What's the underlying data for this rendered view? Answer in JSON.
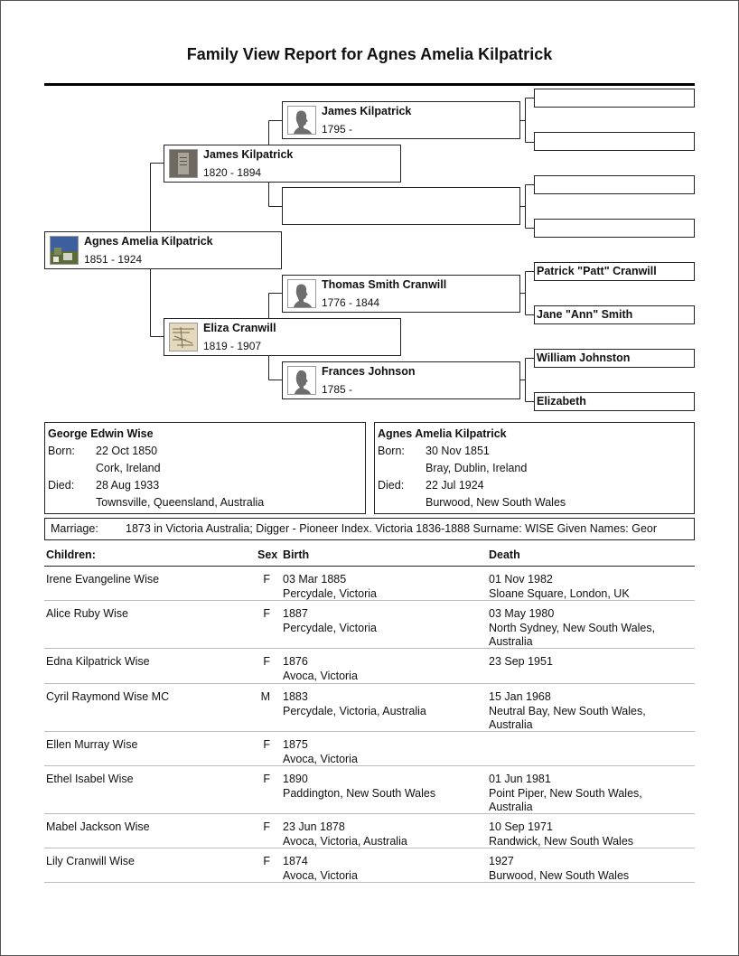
{
  "title": "Family View Report for Agnes Amelia Kilpatrick",
  "pedigree": {
    "root": {
      "name": "Agnes Amelia Kilpatrick",
      "dates": "1851 - 1924",
      "photo": "outdoor-photo"
    },
    "father": {
      "name": "James Kilpatrick",
      "dates": "1820 - 1894",
      "photo": "gravestone-photo"
    },
    "mother": {
      "name": "Eliza Cranwill",
      "dates": "1819 - 1907",
      "photo": "document-photo"
    },
    "paternal_grandfather": {
      "name": "James Kilpatrick",
      "dates": "1795 -",
      "photo": "silhouette-icon"
    },
    "paternal_grandmother": {
      "name": "",
      "dates": ""
    },
    "maternal_grandfather": {
      "name": "Thomas Smith Cranwill",
      "dates": "1776 - 1844",
      "photo": "silhouette-icon"
    },
    "maternal_grandmother": {
      "name": "Frances Johnson",
      "dates": "1785 -",
      "photo": "silhouette-icon"
    },
    "great_grandparents": [
      {
        "name": ""
      },
      {
        "name": ""
      },
      {
        "name": ""
      },
      {
        "name": ""
      },
      {
        "name": "Patrick \"Patt\" Cranwill"
      },
      {
        "name": "Jane \"Ann\" Smith"
      },
      {
        "name": "William Johnston"
      },
      {
        "name": "Elizabeth"
      }
    ]
  },
  "husband": {
    "name": "George Edwin Wise",
    "born_label": "Born:",
    "born_date": "22 Oct 1850",
    "born_place": "Cork, Ireland",
    "died_label": "Died:",
    "died_date": "28 Aug 1933",
    "died_place": "Townsville, Queensland, Australia"
  },
  "wife": {
    "name": "Agnes Amelia Kilpatrick",
    "born_label": "Born:",
    "born_date": "30 Nov 1851",
    "born_place": "Bray, Dublin, Ireland",
    "died_label": "Died:",
    "died_date": "22 Jul 1924",
    "died_place": "Burwood, New South Wales"
  },
  "marriage": {
    "label": "Marriage:",
    "value": "1873 in Victoria Australia; Digger - Pioneer Index. Victoria 1836-1888 Surname: WISE Given Names: Geor"
  },
  "children_table": {
    "headers": {
      "name": "Children:",
      "sex": "Sex",
      "birth": "Birth",
      "death": "Death"
    },
    "rows": [
      {
        "name": "Irene Evangeline Wise",
        "sex": "F",
        "birth": [
          "03 Mar 1885",
          "Percydale, Victoria"
        ],
        "death": [
          "01 Nov 1982",
          "Sloane Square, London, UK"
        ]
      },
      {
        "name": "Alice Ruby Wise",
        "sex": "F",
        "birth": [
          "1887",
          "Percydale, Victoria"
        ],
        "death": [
          "03 May 1980",
          "North Sydney, New South Wales,",
          "Australia"
        ]
      },
      {
        "name": "Edna Kilpatrick Wise",
        "sex": "F",
        "birth": [
          "1876",
          "Avoca, Victoria"
        ],
        "death": [
          "23 Sep 1951"
        ]
      },
      {
        "name": "Cyril Raymond Wise MC",
        "sex": "M",
        "birth": [
          "1883",
          "Percydale, Victoria, Australia"
        ],
        "death": [
          "15 Jan 1968",
          "Neutral Bay, New South Wales,",
          "Australia"
        ]
      },
      {
        "name": "Ellen Murray Wise",
        "sex": "F",
        "birth": [
          "1875",
          "Avoca, Victoria"
        ],
        "death": []
      },
      {
        "name": "Ethel Isabel Wise",
        "sex": "F",
        "birth": [
          "1890",
          "Paddington, New South Wales"
        ],
        "death": [
          "01 Jun 1981",
          "Point Piper, New South Wales,",
          "Australia"
        ]
      },
      {
        "name": "Mabel Jackson Wise",
        "sex": "F",
        "birth": [
          "23 Jun 1878",
          "Avoca, Victoria, Australia"
        ],
        "death": [
          "10 Sep 1971",
          "Randwick, New South Wales"
        ]
      },
      {
        "name": "Lily Cranwill Wise",
        "sex": "F",
        "birth": [
          "1874",
          "Avoca, Victoria"
        ],
        "death": [
          "1927",
          "Burwood, New South Wales"
        ]
      }
    ]
  }
}
